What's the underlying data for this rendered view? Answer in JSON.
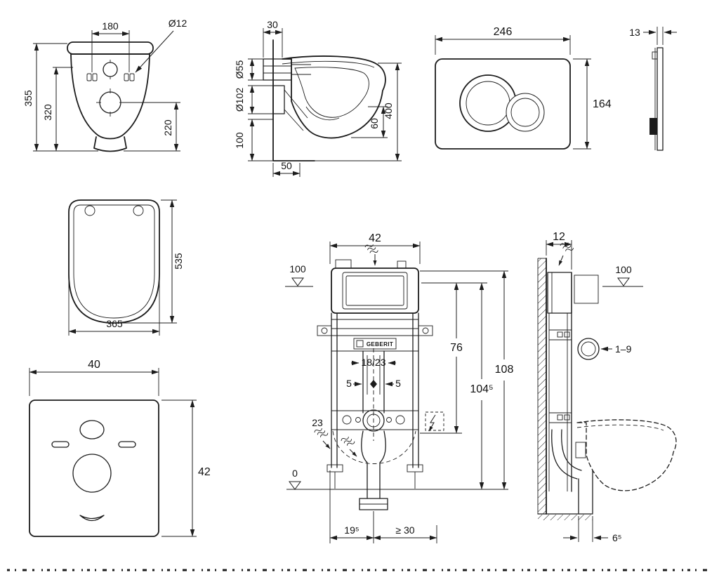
{
  "colors": {
    "line": "#1c1c1c",
    "background": "#ffffff"
  },
  "brand": "GEBERIT",
  "views": {
    "wc_front": {
      "dims": {
        "hole_spacing": "180",
        "hole_dia": "Ø12",
        "height_total": "355",
        "height_body": "320",
        "height_outlet": "220"
      }
    },
    "wc_side": {
      "dims": {
        "wall_offset": "30",
        "flush_dia": "Ø55",
        "outlet_dia": "Ø102",
        "outlet_height": "100",
        "depth": "400",
        "front_height": "60",
        "base_depth": "50"
      }
    },
    "flush_plate_front": {
      "dims": {
        "width": "246",
        "height": "164"
      }
    },
    "flush_plate_side": {
      "dims": {
        "thickness": "13"
      }
    },
    "seat_top": {
      "dims": {
        "length": "535",
        "width": "365"
      }
    },
    "sound_pad": {
      "dims": {
        "width": "40",
        "height": "42"
      }
    },
    "frame_front": {
      "dims": {
        "width": "42",
        "level_top": "100",
        "flush_center": "76",
        "height_total": "108",
        "height_top": "104⁵",
        "pipe_dia": "18/23",
        "offset_left": "5",
        "offset_right": "5",
        "inlet_height": "23",
        "level_floor": "0",
        "outlet_offset": "19⁵",
        "clearance": "≥ 30"
      }
    },
    "install_side": {
      "dims": {
        "depth": "12",
        "level_top": "100",
        "finish_range": "1–9",
        "pipe_offset": "6⁵"
      }
    }
  }
}
